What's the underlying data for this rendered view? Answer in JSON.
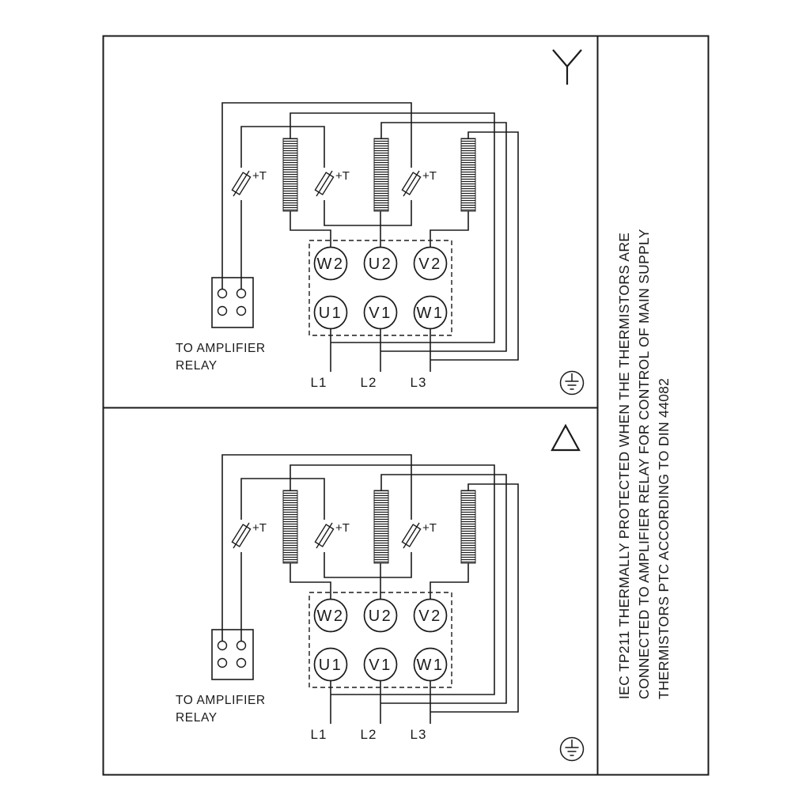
{
  "page": {
    "background": "#ffffff",
    "ink": "#1b1b1b"
  },
  "note_sidebar": {
    "lines": [
      "IEC TP211 THERMALLY PROTECTED WHEN THE THERMISTORS ARE",
      "CONNECTED TO AMPLIFIER RELAY FOR CONTROL OF MAIN SUPPLY",
      "THERMISTORS PTC ACCORDING TO DIN 44082"
    ]
  },
  "star_panel": {
    "connection_type": "star",
    "thermistor_label": "+T",
    "terminals_top": [
      "W2",
      "U2",
      "V2"
    ],
    "terminals_bottom": [
      "U1",
      "V1",
      "W1"
    ],
    "relay_caption": [
      "TO AMPLIFIER",
      "RELAY"
    ],
    "supply_labels": [
      "L1",
      "L2",
      "L3"
    ]
  },
  "delta_panel": {
    "connection_type": "delta",
    "thermistor_label": "+T",
    "terminals_top": [
      "W2",
      "U2",
      "V2"
    ],
    "terminals_bottom": [
      "U1",
      "V1",
      "W1"
    ],
    "relay_caption": [
      "TO AMPLIFIER",
      "RELAY"
    ],
    "supply_labels": [
      "L1",
      "L2",
      "L3"
    ]
  }
}
